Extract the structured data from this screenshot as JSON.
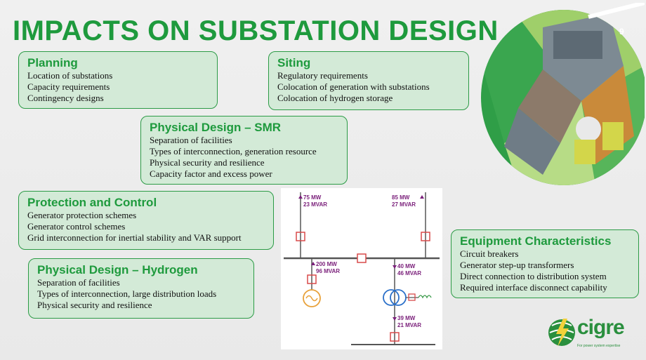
{
  "slide": {
    "title": "IMPACTS ON SUBSTATION DESIGN",
    "page_number": "9"
  },
  "boxes": {
    "planning": {
      "heading": "Planning",
      "items": [
        "Location of substations",
        "Capacity requirements",
        "Contingency designs"
      ]
    },
    "siting": {
      "heading": "Siting",
      "items": [
        "Regulatory requirements",
        "Colocation of generation with substations",
        "Colocation of hydrogen storage"
      ]
    },
    "smr": {
      "heading": "Physical Design – SMR",
      "items": [
        "Separation of facilities",
        "Types of interconnection, generation resource",
        "Physical security and resilience",
        "Capacity factor and excess power"
      ]
    },
    "protection": {
      "heading": "Protection and Control",
      "items": [
        "Generator protection schemes",
        "Generator control schemes",
        "Grid interconnection for inertial stability and VAR support"
      ]
    },
    "hydrogen": {
      "heading": "Physical Design – Hydrogen",
      "items": [
        "Separation of facilities",
        "Types of interconnection, large distribution loads",
        "Physical security and resilience"
      ]
    },
    "equipment": {
      "heading": "Equipment Characteristics",
      "items": [
        "Circuit breakers",
        "Generator step-up transformers",
        "Direct connection to distribution system",
        "Required interface disconnect capability"
      ]
    }
  },
  "diagram": {
    "flows": {
      "top_left_mw": "75 MW",
      "top_left_mvar": "23 MVAR",
      "top_right_mw": "85 MW",
      "top_right_mvar": "27 MVAR",
      "gen_mw": "200 MW",
      "gen_mvar": "96 MVAR",
      "xfmr_mw": "40 MW",
      "xfmr_mvar": "46 MVAR",
      "bottom_mw": "39 MW",
      "bottom_mvar": "21 MVAR"
    }
  },
  "logo": {
    "name": "cigre",
    "tagline": "For power system expertise"
  },
  "colors": {
    "accent_green": "#1e9a3d",
    "box_fill": "#d3ead7",
    "breaker_red": "#d94a4a",
    "flow_purple": "#7a1f7a",
    "generator_orange": "#e8a13a",
    "transformer_blue": "#2a6fc9"
  }
}
